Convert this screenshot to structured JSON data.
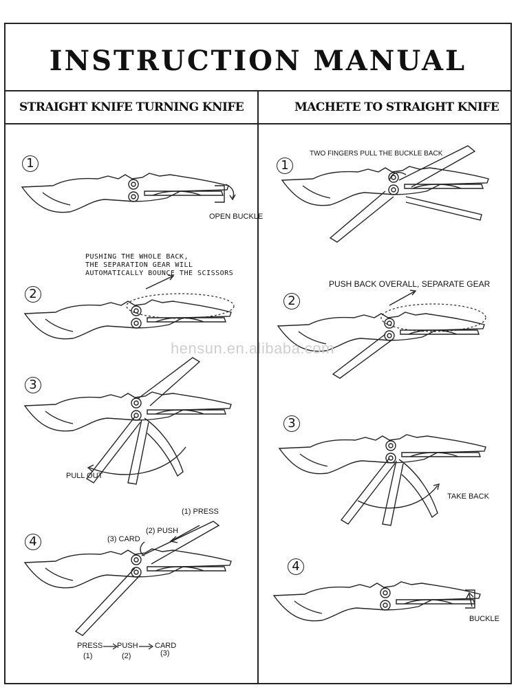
{
  "title": "INSTRUCTION MANUAL",
  "columns": {
    "left_heading": "STRAIGHT KNIFE TURNING KNIFE",
    "right_heading": "MACHETE TO STRAIGHT KNIFE"
  },
  "left_steps": [
    {
      "num": "1",
      "notes": [
        "OPEN BUCKLE"
      ]
    },
    {
      "num": "2",
      "notes": [
        "PUSHING THE WHOLE BACK,\nTHE SEPARATION GEAR WILL\nAUTOMATICALLY BOUNCE THE SCISSORS"
      ]
    },
    {
      "num": "3",
      "notes": [
        "PULL OUT"
      ]
    },
    {
      "num": "4",
      "notes": [
        "(1) PRESS",
        "(2) PUSH",
        "(3) CARD"
      ]
    }
  ],
  "left_sequence": {
    "items": [
      "PRESS",
      "PUSH",
      "CARD"
    ],
    "numbers": [
      "(1)",
      "(2)",
      "(3)"
    ]
  },
  "right_steps": [
    {
      "num": "1",
      "notes": [
        "TWO FINGERS PULL THE BUCKLE BACK"
      ]
    },
    {
      "num": "2",
      "notes": [
        "PUSH BACK OVERALL, SEPARATE GEAR"
      ]
    },
    {
      "num": "3",
      "notes": [
        "TAKE BACK"
      ]
    },
    {
      "num": "4",
      "notes": [
        "BUCKLE"
      ]
    }
  ],
  "watermark": "hensun.en.alibaba.com",
  "colors": {
    "line": "#222222",
    "watermark": "#cfcfcf",
    "background": "#ffffff"
  },
  "icons": [
    "circled-number-icon",
    "knife-illustration",
    "curved-arrow-icon"
  ]
}
